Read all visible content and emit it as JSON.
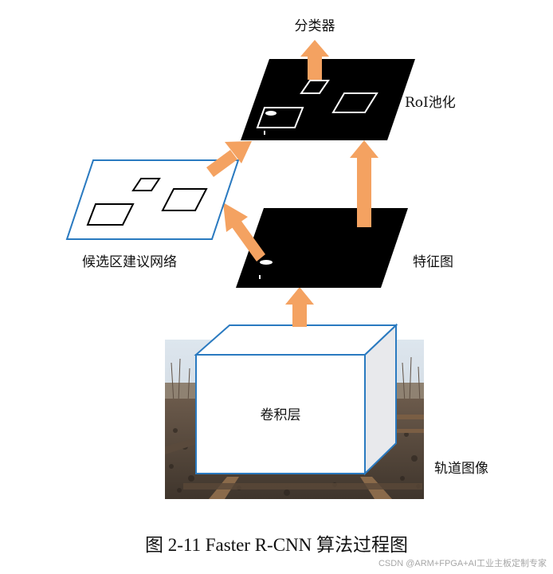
{
  "labels": {
    "classifier": "分类器",
    "roi_pooling": "RoI池化",
    "rpn": "候选区建议网络",
    "feature_map": "特征图",
    "conv_layer": "卷积层",
    "track_image": "轨道图像"
  },
  "caption": "图 2-11 Faster R-CNN 算法过程图",
  "watermark": "CSDN @ARM+FPGA+AI工业主板定制专家",
  "colors": {
    "arrow": "#F4A261",
    "box_edge": "#2A7AC0",
    "plane_black": "#000000"
  }
}
